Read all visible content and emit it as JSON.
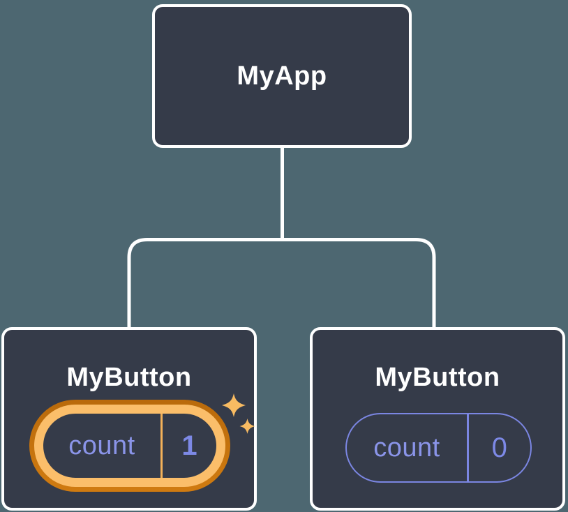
{
  "diagram": {
    "title_hint": "component tree with isolated state",
    "root": {
      "label": "MyApp"
    },
    "children": [
      {
        "label": "MyButton",
        "state": {
          "key": "count",
          "value": "1",
          "highlighted": true
        }
      },
      {
        "label": "MyButton",
        "state": {
          "key": "count",
          "value": "0",
          "highlighted": false
        }
      }
    ],
    "icons": {
      "highlight": "sparkles-icon"
    },
    "colors": {
      "background": "#4D6771",
      "node_fill": "#353B49",
      "node_border": "#FFFFFF",
      "connector": "#FFFFFF",
      "label_text": "#FFFFFF",
      "state_key_text": "#8A94E8",
      "state_value_text": "#7D89E6",
      "pill_outline": "#7B86E2",
      "highlight_ring_outer": "#C1700D",
      "highlight_ring_inner": "#FBBE6A",
      "highlight_divider": "#F3B159",
      "sparkle": "#F8BB62"
    }
  }
}
